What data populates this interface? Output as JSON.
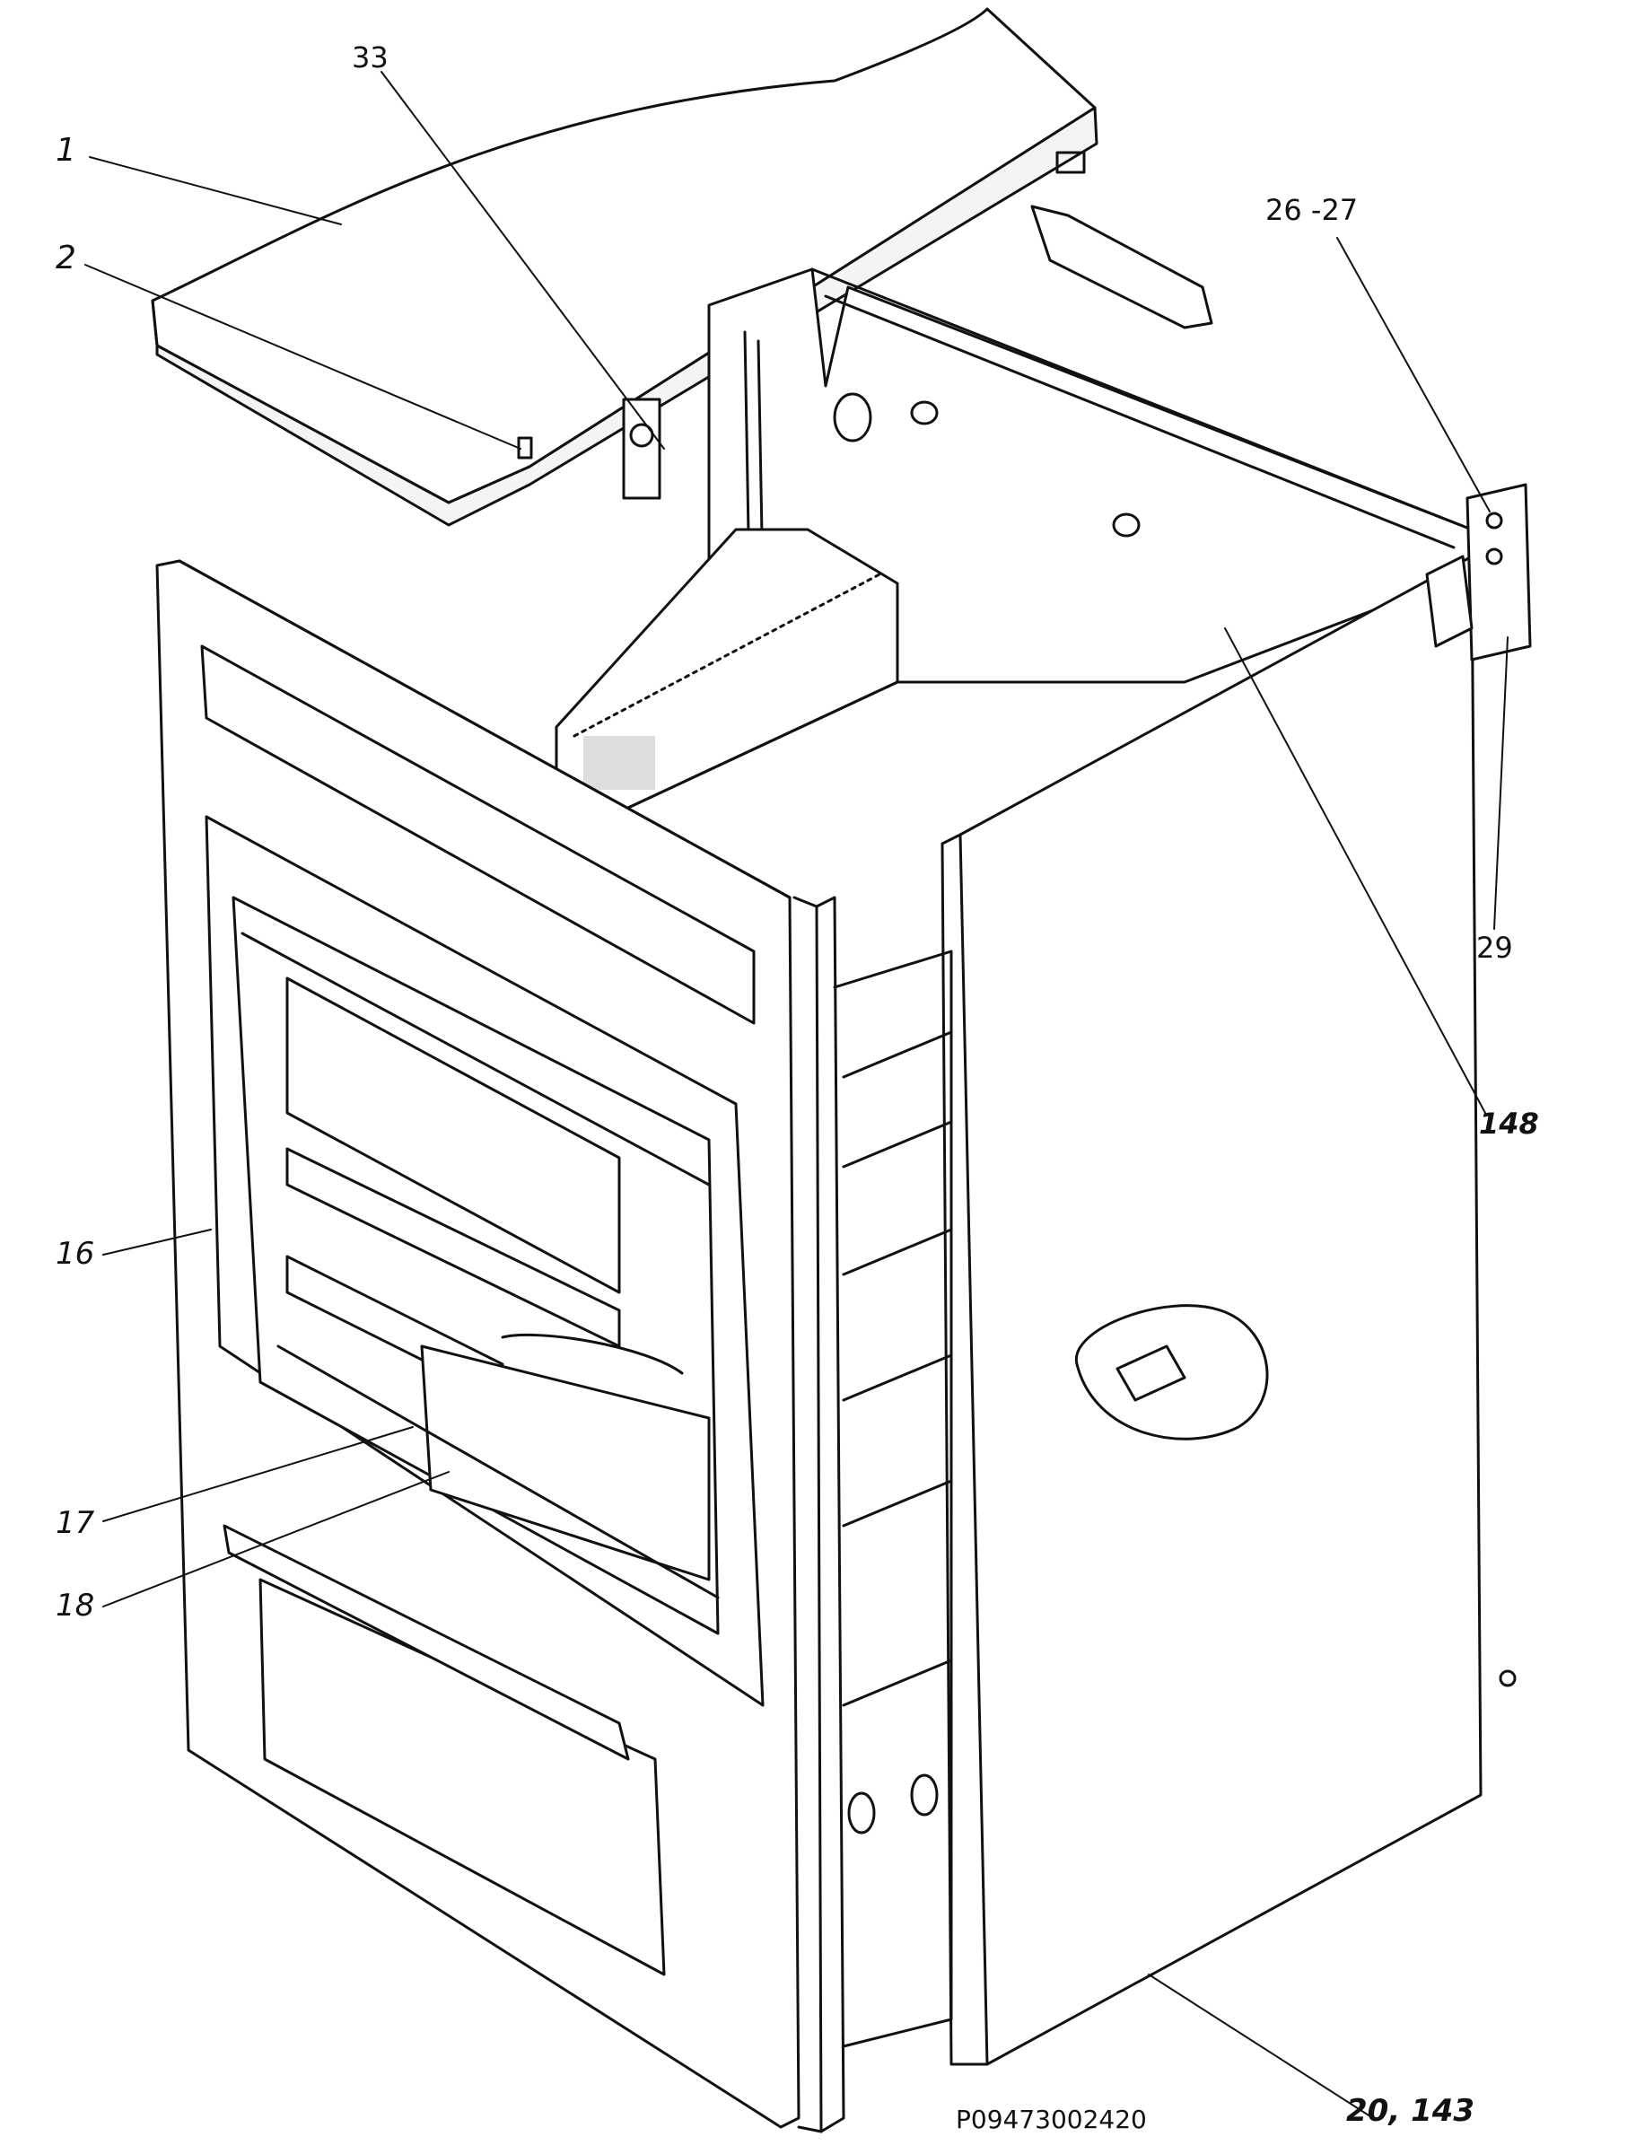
{
  "drawing": {
    "reference_code": "P09473002420",
    "callouts": [
      {
        "id": "c1",
        "label": "1"
      },
      {
        "id": "c2",
        "label": "2"
      },
      {
        "id": "c33",
        "label": "33"
      },
      {
        "id": "c2627",
        "label": "26 -27"
      },
      {
        "id": "c29",
        "label": "29"
      },
      {
        "id": "c148",
        "label": "148"
      },
      {
        "id": "c16",
        "label": "16"
      },
      {
        "id": "c17",
        "label": "17"
      },
      {
        "id": "c18",
        "label": "18"
      },
      {
        "id": "c20143",
        "label": "20, 143"
      }
    ]
  }
}
